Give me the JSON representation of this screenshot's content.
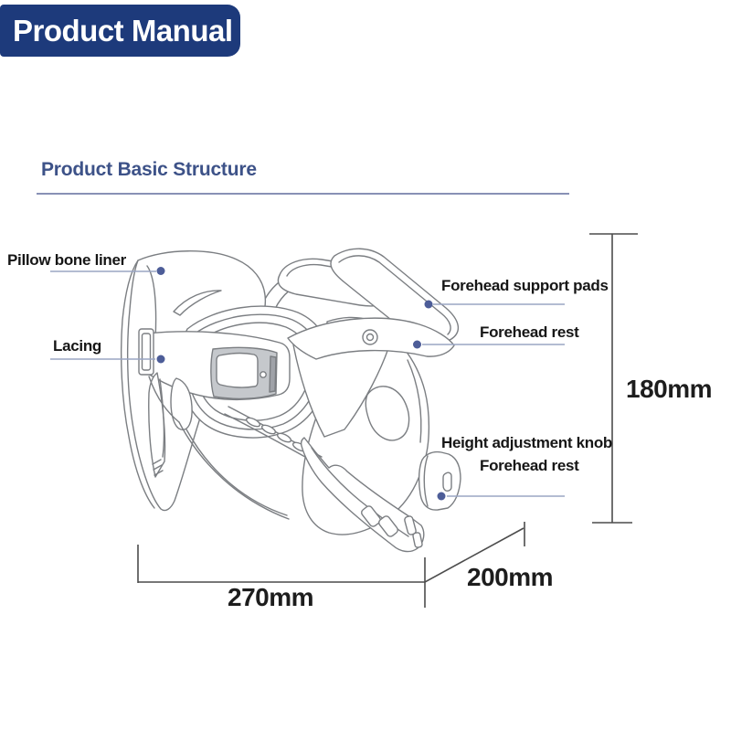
{
  "header": {
    "title": "Product Manual",
    "bg_color": "#1d3a7b",
    "text_color": "#ffffff"
  },
  "section": {
    "title": "Product Basic Structure",
    "title_color": "#3d5288",
    "underline_color": "#8891b5"
  },
  "diagram": {
    "subject": "cervical-collar-line-drawing",
    "art_line_color": "#7b7e82",
    "leader_line_color": "#9aa5c4",
    "dot_color": "#4d5d98",
    "dimension_line_color": "#4c4c4c",
    "buckle_gray": "#c5c8cc",
    "buckle_dark_gray": "#9fa2a8",
    "labels": {
      "pillow_bone_liner": "Pillow bone liner",
      "lacing": "Lacing",
      "forehead_support_pads": "Forehead support pads",
      "forehead_rest_upper": "Forehead rest",
      "height_adjustment_knob": "Height adjustment knob",
      "forehead_rest_lower": "Forehead rest"
    },
    "dimensions": {
      "height": "180mm",
      "width": "270mm",
      "depth": "200mm"
    }
  }
}
